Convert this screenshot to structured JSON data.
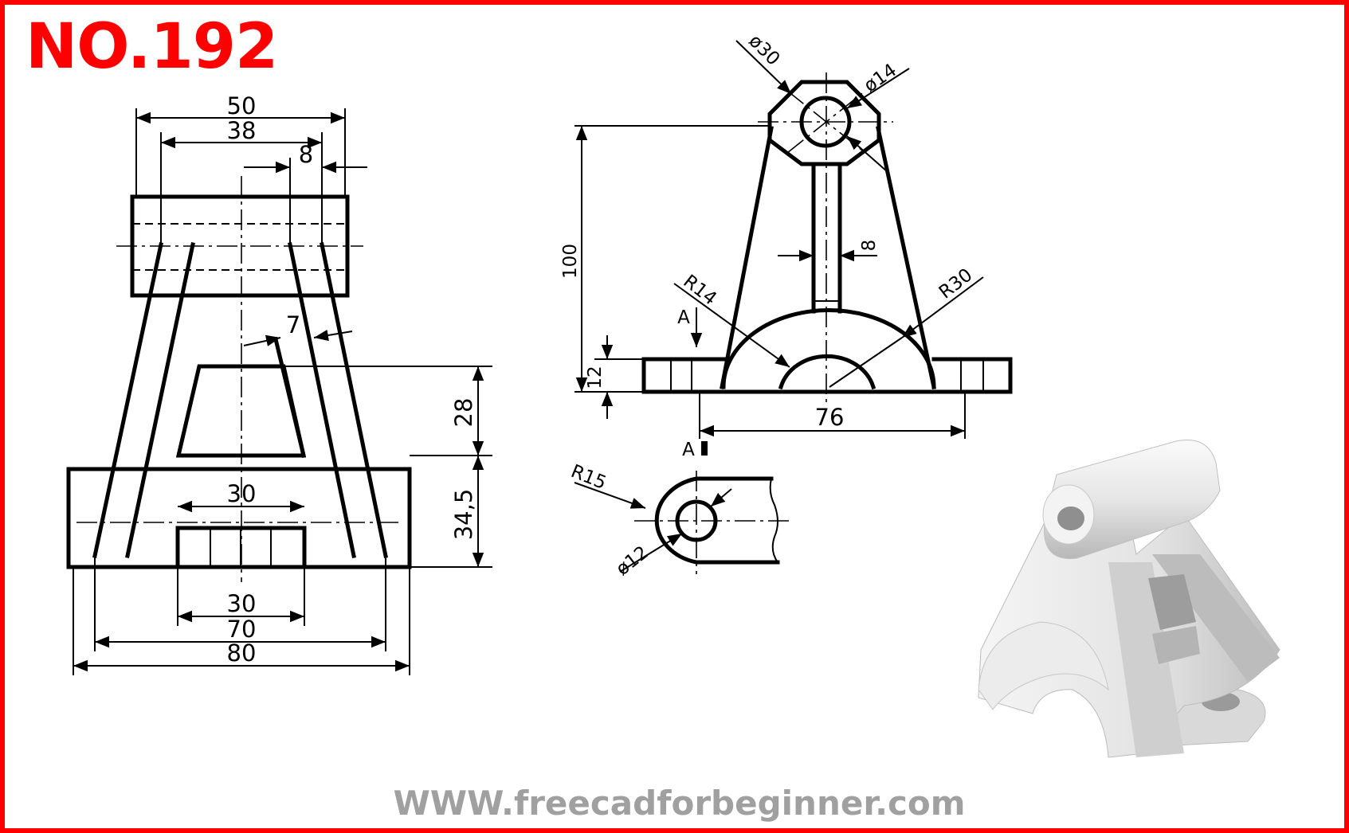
{
  "title": "NO.192",
  "website": "WWW.freecadforbeginner.com",
  "colors": {
    "frame": "#ff0000",
    "title": "#ff0000",
    "website": "#a0a0a0"
  },
  "front_view": {
    "dims": {
      "w50": "50",
      "w38": "38",
      "w8": "8",
      "w7": "7",
      "h28": "28",
      "h345": "34,5",
      "w30_top": "30",
      "w30_bot": "30",
      "w70": "70",
      "w80": "80"
    }
  },
  "side_view": {
    "dims": {
      "d30": "ø30",
      "d14": "ø14",
      "h100": "100",
      "w8": "8",
      "r14": "R14",
      "r30": "R30",
      "h12": "12",
      "w76": "76"
    },
    "section_mark": "A"
  },
  "section_view": {
    "label": "A",
    "dims": {
      "r15": "R15",
      "d12": "ø12"
    }
  },
  "iso_view": {
    "color": "#e4e4e4"
  }
}
